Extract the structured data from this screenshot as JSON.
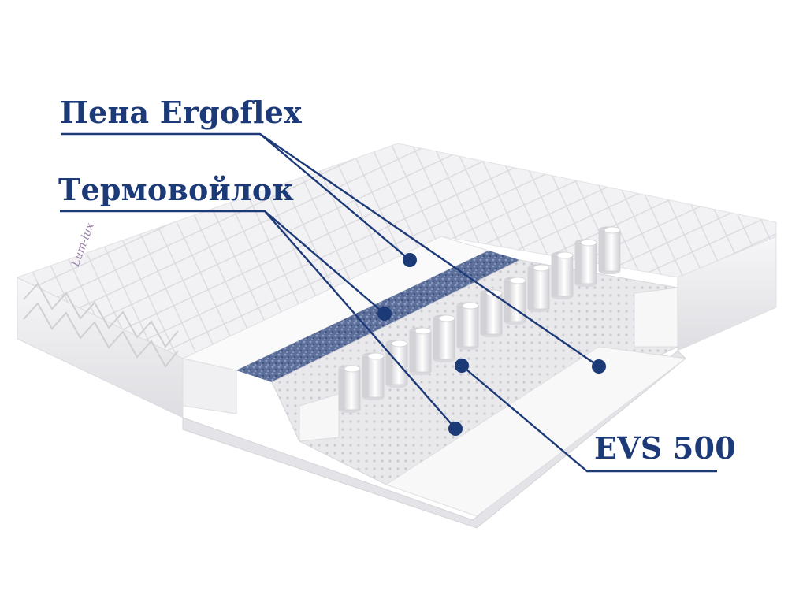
{
  "labels": {
    "ergoflex": "Пена Ergoflex",
    "thermo": "Термовойлок",
    "evs": "EVS 500"
  },
  "brand_mark": "Lum-lux",
  "colors": {
    "label_text": "#1d3a78",
    "leader_line": "#1d3a78",
    "felt": "#5b6f9a",
    "cover": "#f1f1f3",
    "background": "#ffffff"
  }
}
